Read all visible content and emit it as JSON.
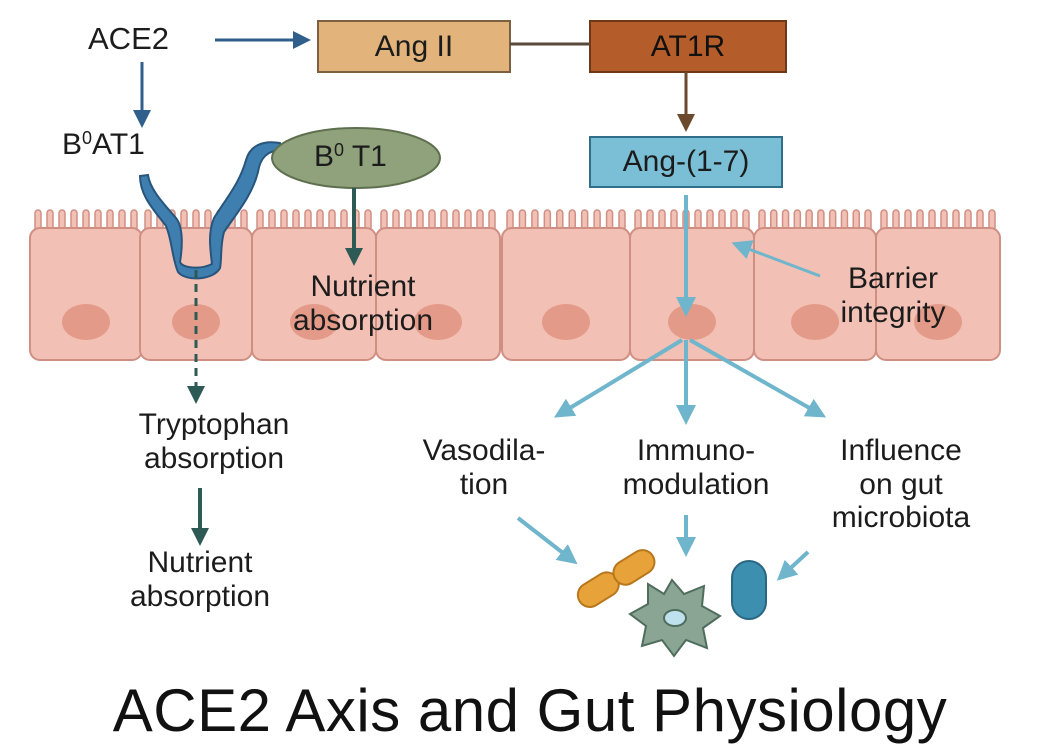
{
  "title": "ACE2 Axis and Gut Physiology",
  "nodes": {
    "ace2": "ACE2",
    "ang_ii": "Ang II",
    "at1r": "AT1R",
    "ang_1_7": "Ang-(1-7)",
    "b0at1_base": "B",
    "b0at1_sup": "0",
    "b0at1_rest": "AT1",
    "b0t1_base": "B",
    "b0t1_sup": "0",
    "b0t1_rest": "T1"
  },
  "labels": {
    "nutrient_absorption_top_line1": "Nutrient",
    "nutrient_absorption_top_line2": "absorption",
    "barrier_line1": "Barrier",
    "barrier_line2": "integrity",
    "tryptophan_line1": "Tryptophan",
    "tryptophan_line2": "absorption",
    "nutrient_absorption_bottom_line1": "Nutrient",
    "nutrient_absorption_bottom_line2": "absorption",
    "vasodilation_line1": "Vasodila-",
    "vasodilation_line2": "tion",
    "immuno_line1": "Immuno-",
    "immuno_line2": "modulation",
    "influence_line1": "Influence",
    "influence_line2": "on gut",
    "influence_line3": "microbiota"
  },
  "colors": {
    "ang_ii_fill": "#e2b47c",
    "at1r_fill": "#b55d2a",
    "ang_1_7_fill": "#7bbfd6",
    "b0t1_fill": "#8fa27c",
    "transporter_fill": "#3f7fb0",
    "cell_fill": "#f2c0b4",
    "cell_border": "#cf8f83",
    "nucleus": "#e39a88",
    "arrow_blue": "#2f5f8a",
    "arrow_dark": "#2e5a55",
    "arrow_brown": "#6b4a2e",
    "arrow_light": "#6fb5cc"
  },
  "microbes": [
    "rod-bacterium",
    "star-microbe",
    "capsule-bacterium"
  ]
}
